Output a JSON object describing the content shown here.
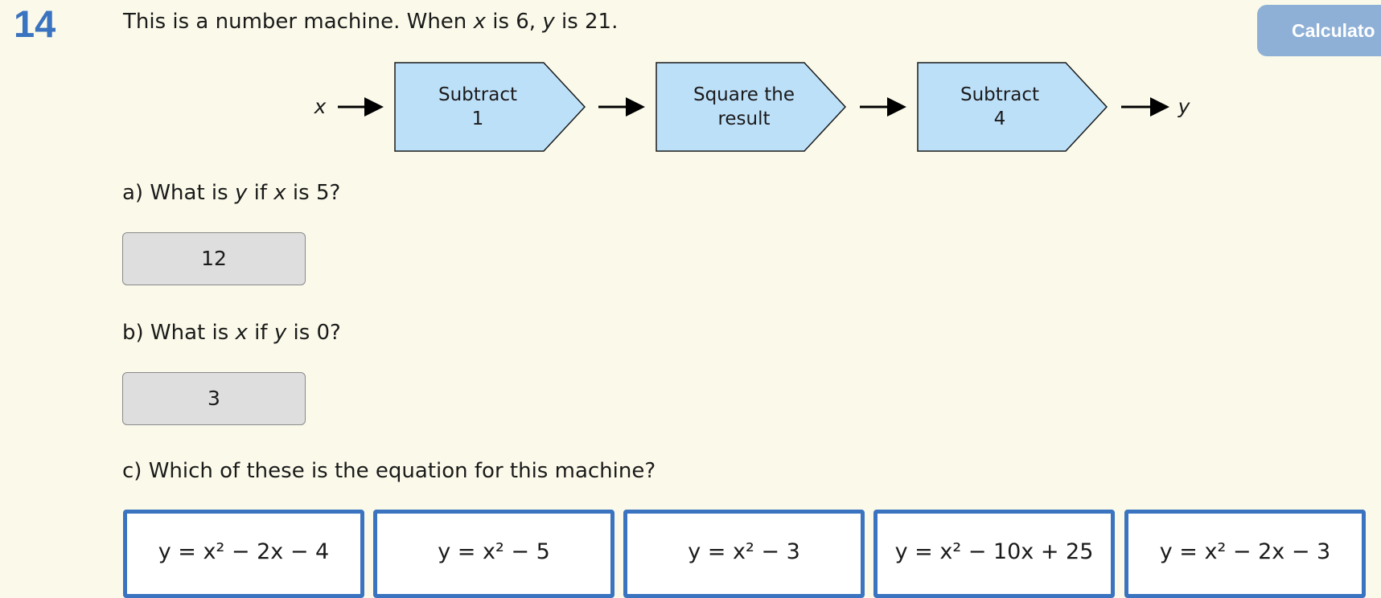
{
  "question": {
    "number": "14",
    "intro_before_x": "This is a number machine. When ",
    "var_x": "x",
    "intro_middle": " is 6, ",
    "var_y": "y",
    "intro_after_y": " is 21."
  },
  "calculator_label": "Calculato",
  "machine": {
    "input_var": "x",
    "output_var": "y",
    "steps": [
      {
        "line1": "Subtract",
        "line2": "1"
      },
      {
        "line1": "Square the",
        "line2": "result"
      },
      {
        "line1": "Subtract",
        "line2": "4"
      }
    ]
  },
  "part_a": {
    "prefix": "a) What is ",
    "var1": "y",
    "middle": " if ",
    "var2": "x",
    "suffix": " is 5?",
    "answer": "12"
  },
  "part_b": {
    "prefix": "b) What is ",
    "var1": "x",
    "middle": " if ",
    "var2": "y",
    "suffix": " is 0?",
    "answer": "3"
  },
  "part_c": {
    "prompt": "c) Which of these is the equation for this machine?",
    "options": [
      "y = x² − 2x − 4",
      "y = x² − 5",
      "y = x² − 3",
      "y = x² − 10x + 25",
      "y = x² − 2x − 3"
    ]
  },
  "colors": {
    "background": "#fbfaea",
    "accent_blue": "#3a73c0",
    "machine_box": "#bde0f9",
    "calculator_button": "#8eb0d6",
    "answer_box": "#dedede"
  }
}
